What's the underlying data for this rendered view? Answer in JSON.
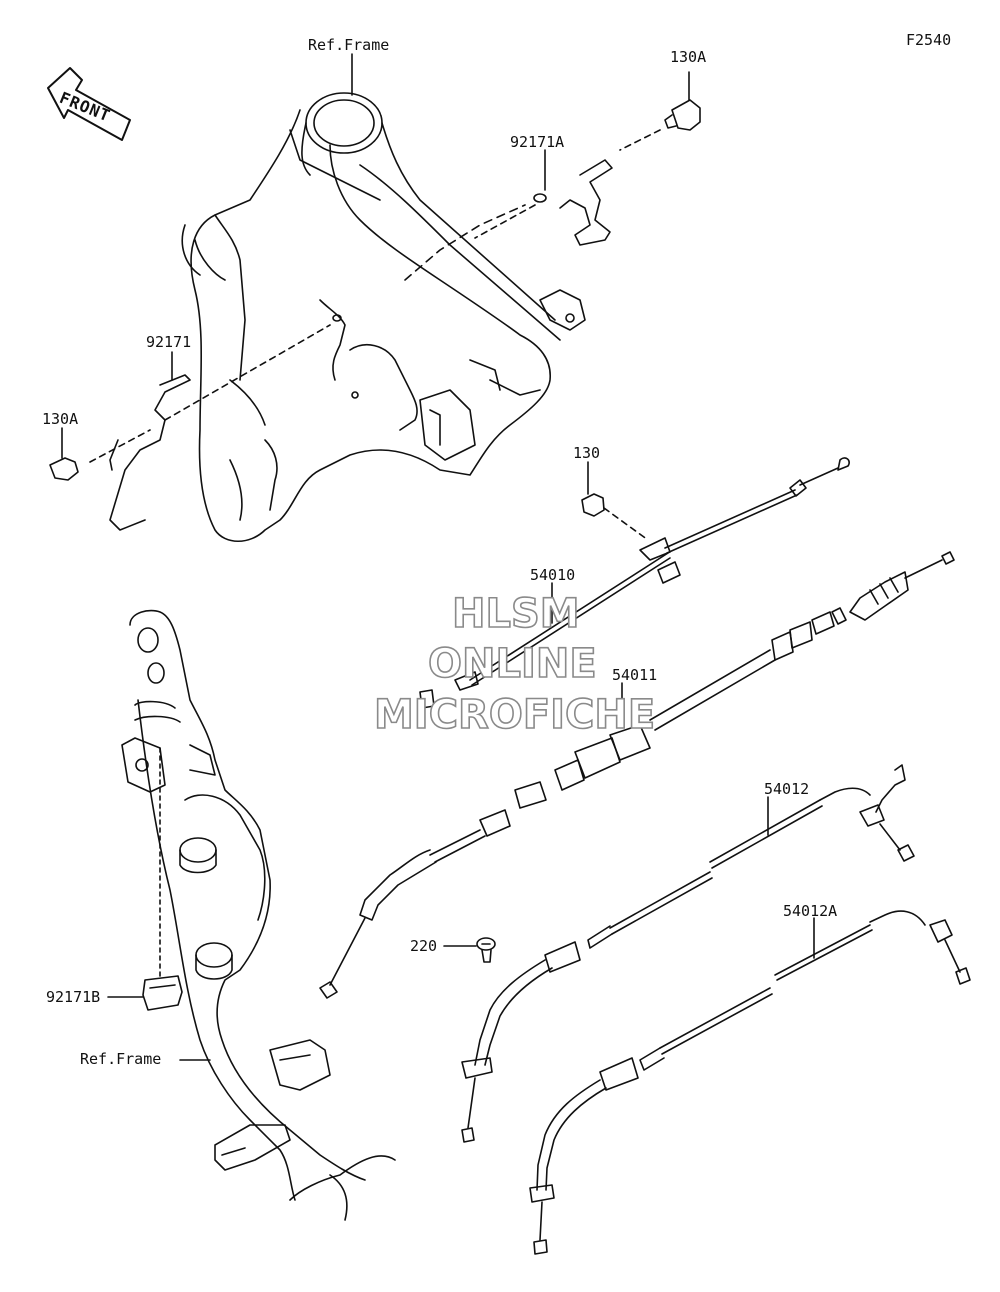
{
  "figure_code": "F2540",
  "front_label": "FRONT",
  "labels": {
    "ref_frame_top": "Ref.Frame",
    "part_130A_top": "130A",
    "part_92171A": "92171A",
    "part_92171": "92171",
    "part_130A_left": "130A",
    "part_130": "130",
    "part_54010": "54010",
    "part_54011": "54011",
    "part_54012": "54012",
    "part_54012A": "54012A",
    "part_220": "220",
    "part_92171B": "92171B",
    "ref_frame_bottom": "Ref.Frame"
  },
  "watermark": {
    "line1": "HLSM",
    "line2": "ONLINE",
    "line3": "MICROFICHE"
  },
  "colors": {
    "line": "#111111",
    "watermark_stroke": "#8a8a8a"
  }
}
